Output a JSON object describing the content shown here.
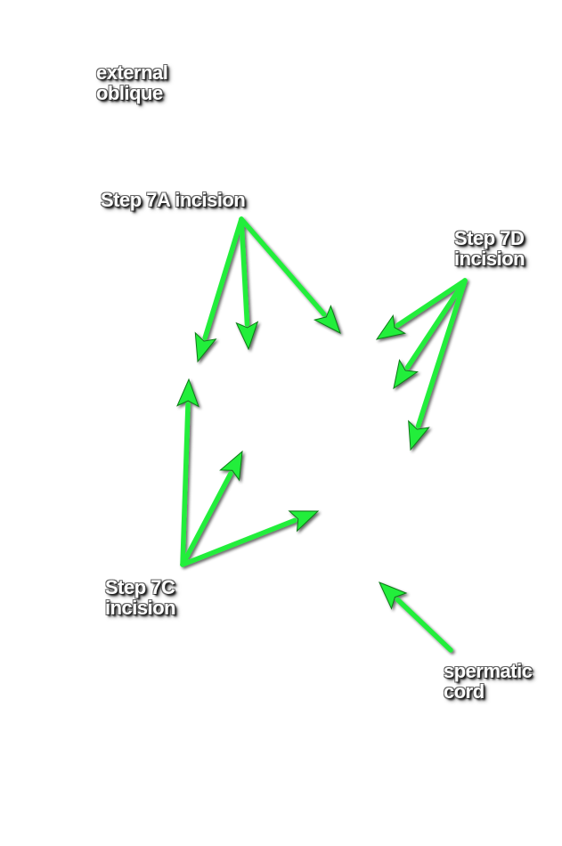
{
  "colors": {
    "arrow": "#22ee3b",
    "arrow_outline": "#0c7a18",
    "label_text": "#ffffff"
  },
  "labels": {
    "external_oblique": [
      "external",
      "oblique"
    ],
    "step_7a": [
      "Step 7A incision"
    ],
    "step_7d": [
      "Step 7D",
      "incision"
    ],
    "step_7c": [
      "Step 7C",
      "incision"
    ],
    "spermatic_cord": [
      "spermatic",
      "cord"
    ]
  }
}
